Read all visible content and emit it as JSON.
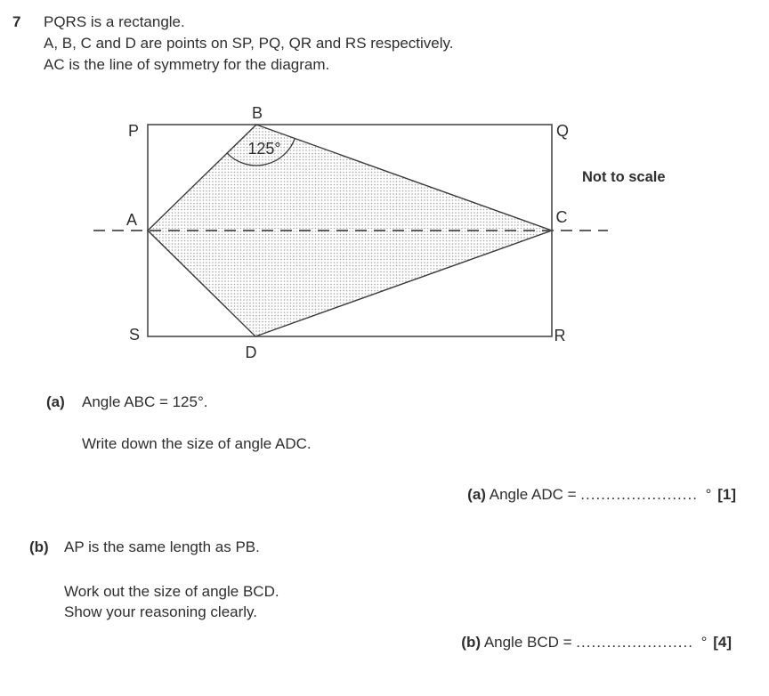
{
  "question": {
    "number": "7",
    "intro_lines": [
      "PQRS is a rectangle.",
      "A, B, C and D are points on SP, PQ, QR and RS respectively.",
      "AC is the line of symmetry for the diagram."
    ]
  },
  "diagram": {
    "note": "Not to scale",
    "angle_B_label": "125°",
    "vertex_labels": {
      "P": "P",
      "Q": "Q",
      "R": "R",
      "S": "S",
      "A": "A",
      "B": "B",
      "C": "C",
      "D": "D"
    },
    "colors": {
      "line": "#3d3d3d",
      "rectangle_stroke": "#4a4a4a",
      "shading_dot": "#a3a3a3",
      "text": "#2e2e2e"
    }
  },
  "part_a": {
    "label": "(a)",
    "statement": "Angle ABC = 125°.",
    "prompt": "Write down the size of angle ADC.",
    "answer_label": "(a)",
    "answer_prefix": "Angle ADC =",
    "answer_dots": ".......................",
    "degree_symbol": "°",
    "marks": "[1]"
  },
  "part_b": {
    "label": "(b)",
    "statement": "AP is the same length as PB.",
    "prompt_line1": "Work out the size of angle BCD.",
    "prompt_line2": "Show your reasoning clearly.",
    "answer_label": "(b)",
    "answer_prefix": "Angle BCD =",
    "answer_dots": ".......................",
    "degree_symbol": "°",
    "marks": "[4]"
  }
}
